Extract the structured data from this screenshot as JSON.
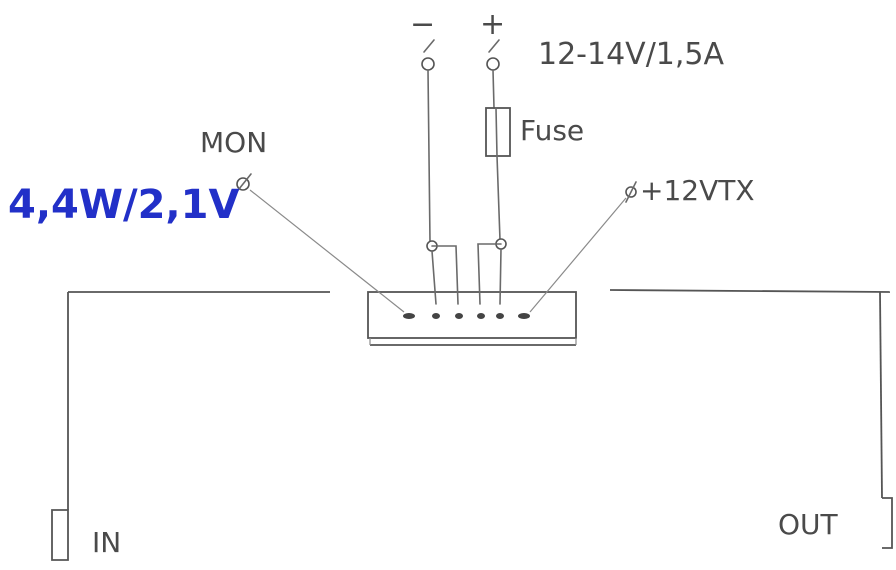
{
  "labels": {
    "minus": "−",
    "plus": "+",
    "supply": "12-14V/1,5A",
    "fuse": "Fuse",
    "mon": "MON",
    "mon_reading": "4,4W/2,1V",
    "tx": "+12VTX",
    "in": "IN",
    "out": "OUT"
  },
  "colors": {
    "ink": "#4a4a4a",
    "blue_ink": "#2230c8",
    "paper": "#ffffff"
  }
}
